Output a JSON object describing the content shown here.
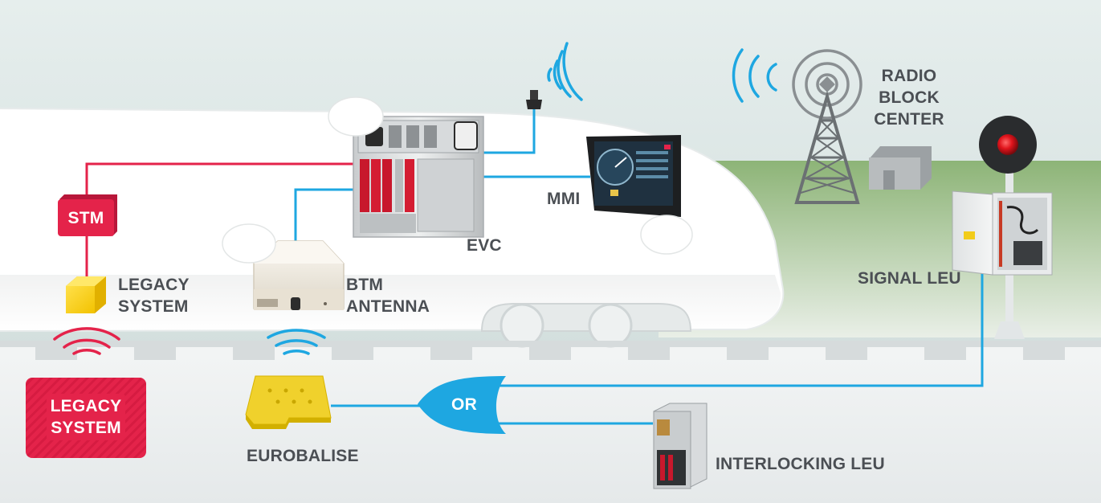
{
  "colors": {
    "legacy_red": "#e4234a",
    "link_blue": "#1ea7e1",
    "text_gray": "#4b4f54",
    "grass_green": "#8cb176",
    "sky": "#d9e4e3",
    "yellow": "#f5cd1f"
  },
  "labels": {
    "stm": "STM",
    "legacy_system_train": [
      "LEGACY",
      "SYSTEM"
    ],
    "legacy_system_track": [
      "LEGACY",
      "SYSTEM"
    ],
    "btm_antenna": [
      "BTM",
      "ANTENNA"
    ],
    "evc": "EVC",
    "mmi": "MMI",
    "radio_block_center": [
      "RADIO",
      "BLOCK",
      "CENTER"
    ],
    "signal_leu": "SIGNAL LEU",
    "eurobalise": "EUROBALISE",
    "or_gate": "OR",
    "interlocking_leu": "INTERLOCKING LEU"
  },
  "icons": {
    "stm": "stm-red-box-icon",
    "legacy_train": "yellow-cube-icon",
    "legacy_track": "red-hatched-box-icon",
    "btm": "btm-antenna-box-icon",
    "evc": "evc-rack-icon",
    "mmi": "mmi-display-icon",
    "antenna": "train-radio-antenna-icon",
    "radio_mast": "radio-tower-icon",
    "rbc_building": "rbc-building-icon",
    "signal": "red-signal-light-icon",
    "signal_cabinet": "signal-leu-cabinet-icon",
    "balise": "eurobalise-plate-icon",
    "or_gate": "or-gate-icon",
    "interlocking": "interlocking-rack-icon"
  }
}
